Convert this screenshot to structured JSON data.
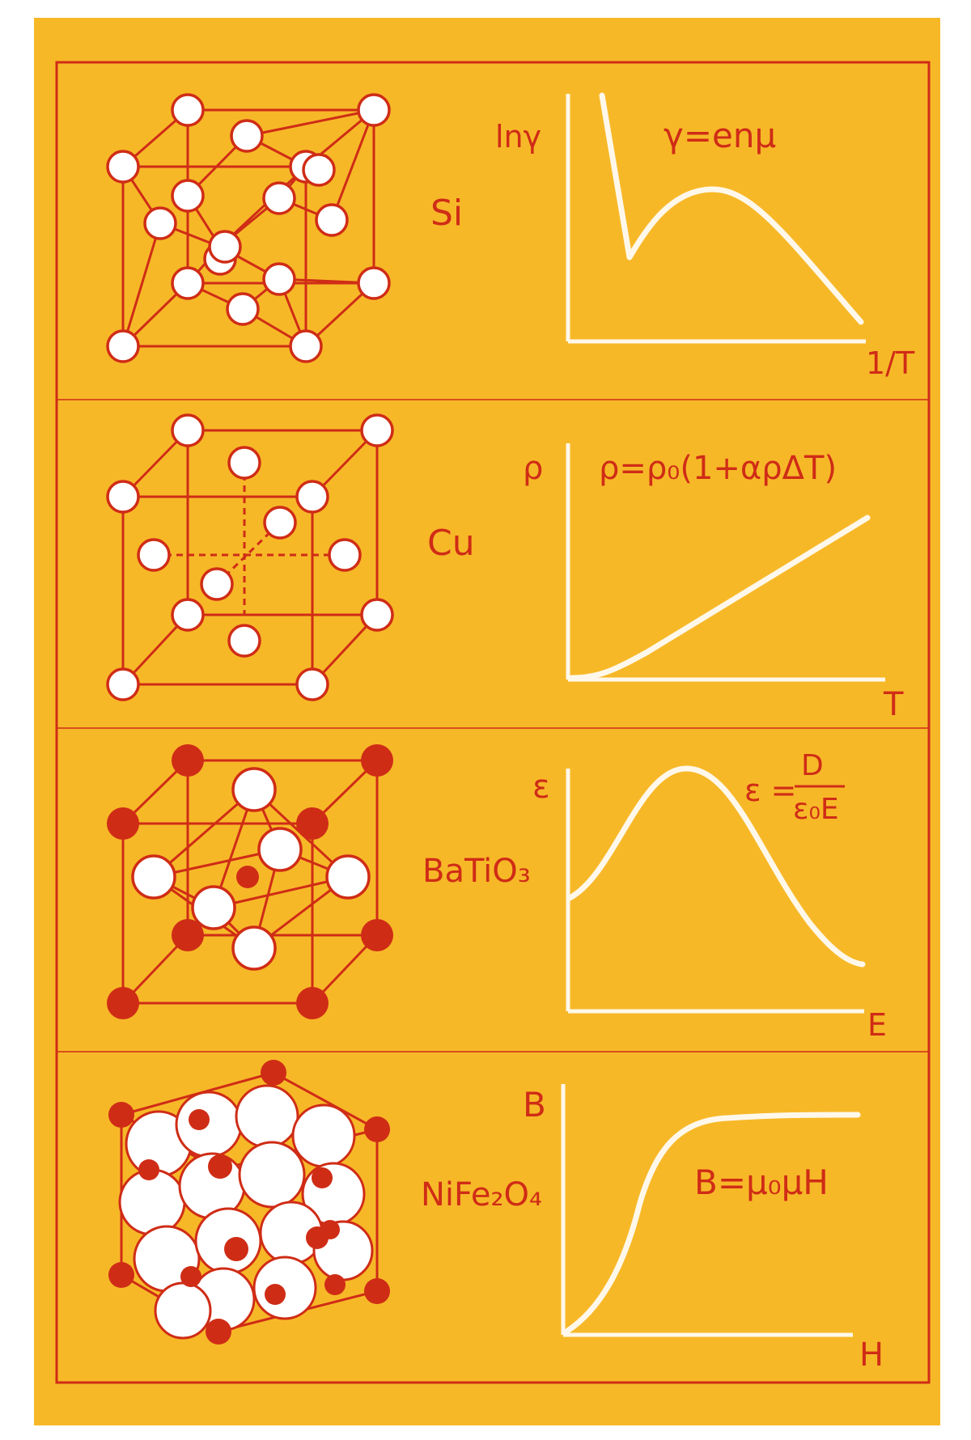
{
  "colors": {
    "background": "#f7b828",
    "ink": "#cf2c16",
    "curve": "#fff8ea",
    "atom": "#ffffff"
  },
  "panels": [
    {
      "material": "Si",
      "structure": "diamond cubic",
      "y_label": "lnγ",
      "x_label": "1/T",
      "formula": "γ=enμ"
    },
    {
      "material": "Cu",
      "structure": "face-centered cubic",
      "y_label": "ρ",
      "x_label": "T",
      "formula": "ρ=ρ₀(1+αρΔT)"
    },
    {
      "material": "BaTiO₃",
      "structure": "perovskite",
      "y_label": "ε",
      "x_label": "E",
      "formula_top": "D",
      "formula_left": "ε =",
      "formula_bottom": "ε₀E"
    },
    {
      "material": "NiFe₂O₄",
      "structure": "spinel",
      "y_label": "B",
      "x_label": "H",
      "formula": "B=μ₀μH"
    }
  ]
}
